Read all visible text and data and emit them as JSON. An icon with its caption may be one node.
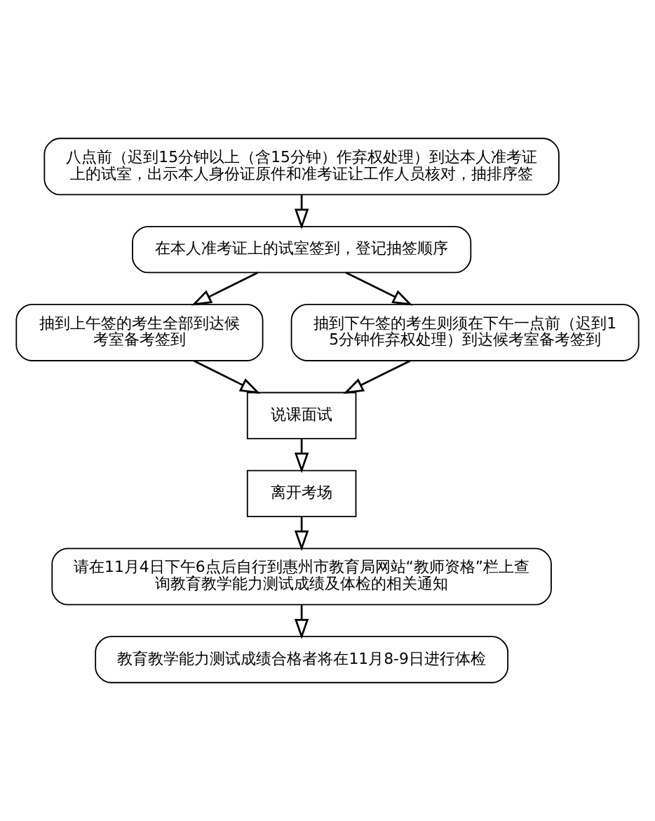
{
  "diagram": {
    "nodes": [
      {
        "text": [
          "八点前（迟到15分钟以上（含15分钟）作弃权处理）到达本人准考证上的试室，出示本人身份证原件和准考证让工作人员核对，抽排序签"
        ]
      },
      {
        "text": [
          "在本人准考证上的试室签到，登记抽签顺序"
        ]
      },
      {
        "text": [
          "抽到上午签的考生全部到达候考室备考签到"
        ]
      },
      {
        "text": [
          "抽到下午签的考生则须在下午一点前（迟到15分钟作弃权处理）到达候考室备考签到"
        ]
      },
      {
        "text": [
          "说课面试"
        ]
      },
      {
        "text": [
          "离开考场"
        ]
      },
      {
        "text": [
          "请在11月4日下午6点后自行到惠州市教育局网站“教师资格”栏上查询教育教学能力测试成绩及体检的相关通知"
        ]
      },
      {
        "text": [
          "教育教学能力测试成绩合格者将在11月8-9日进行体检"
        ]
      }
    ],
    "edges": [
      {
        "from": 0,
        "to": 1,
        "arrow": "to"
      },
      {
        "from": 1,
        "to": 2,
        "arrow": "to"
      },
      {
        "from": 1,
        "to": 3,
        "arrow": "to"
      },
      {
        "from": 2,
        "to": 4,
        "arrow": "to"
      },
      {
        "from": 3,
        "to": 4,
        "arrow": "to"
      },
      {
        "from": 4,
        "to": 5,
        "arrow": "to"
      },
      {
        "from": 5,
        "to": 6,
        "arrow": "to"
      },
      {
        "from": 6,
        "to": 7,
        "arrow": "to"
      }
    ]
  }
}
